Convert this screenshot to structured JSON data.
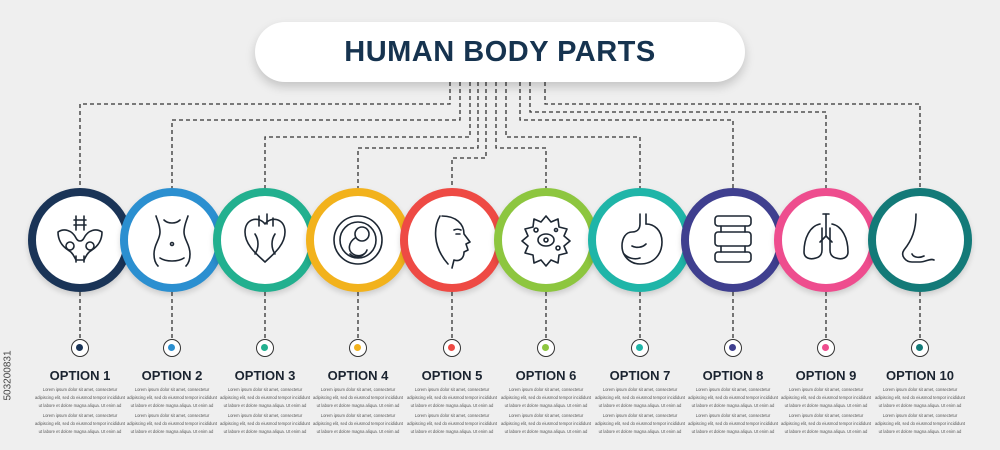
{
  "title": "HUMAN BODY PARTS",
  "watermark_id": "503200831",
  "colors": {
    "background": "#efefef",
    "title": "#16334f",
    "connector": "#333333"
  },
  "options": [
    {
      "label": "OPTION 1",
      "color": "#1a3457",
      "icon": "pelvis-icon",
      "text1": "Lorem ipsum dolor sit amet, consectetur adipiscing elit, sed do eiusmod tempor incididunt ut labore et dolore magna aliqua. Ut enim ad minim veniam",
      "text2": "Lorem ipsum dolor sit amet, consectetur adipiscing elit, sed do eiusmod tempor incididunt ut labore et dolore magna aliqua. Ut enim ad minim veniam"
    },
    {
      "label": "OPTION 2",
      "color": "#2b8fd0",
      "icon": "female-torso-icon",
      "text1": "Lorem ipsum dolor sit amet, consectetur adipiscing elit, sed do eiusmod tempor incididunt ut labore et dolore magna aliqua. Ut enim ad minim veniam",
      "text2": "Lorem ipsum dolor sit amet, consectetur adipiscing elit, sed do eiusmod tempor incididunt ut labore et dolore magna aliqua. Ut enim ad minim veniam"
    },
    {
      "label": "OPTION 3",
      "color": "#22b08f",
      "icon": "heart-icon",
      "text1": "Lorem ipsum dolor sit amet, consectetur adipiscing elit, sed do eiusmod tempor incididunt ut labore et dolore magna aliqua. Ut enim ad minim veniam",
      "text2": "Lorem ipsum dolor sit amet, consectetur adipiscing elit, sed do eiusmod tempor incididunt ut labore et dolore magna aliqua. Ut enim ad minim veniam"
    },
    {
      "label": "OPTION 4",
      "color": "#f2b21c",
      "icon": "fetus-icon",
      "text1": "Lorem ipsum dolor sit amet, consectetur adipiscing elit, sed do eiusmod tempor incididunt ut labore et dolore magna aliqua. Ut enim ad minim veniam",
      "text2": "Lorem ipsum dolor sit amet, consectetur adipiscing elit, sed do eiusmod tempor incididunt ut labore et dolore magna aliqua. Ut enim ad minim veniam"
    },
    {
      "label": "OPTION 5",
      "color": "#ee4a44",
      "icon": "face-profile-icon",
      "text1": "Lorem ipsum dolor sit amet, consectetur adipiscing elit, sed do eiusmod tempor incididunt ut labore et dolore magna aliqua. Ut enim ad minim veniam",
      "text2": "Lorem ipsum dolor sit amet, consectetur adipiscing elit, sed do eiusmod tempor incididunt ut labore et dolore magna aliqua. Ut enim ad minim veniam"
    },
    {
      "label": "OPTION 6",
      "color": "#8dc63f",
      "icon": "cell-icon",
      "text1": "Lorem ipsum dolor sit amet, consectetur adipiscing elit, sed do eiusmod tempor incididunt ut labore et dolore magna aliqua. Ut enim ad minim veniam",
      "text2": "Lorem ipsum dolor sit amet, consectetur adipiscing elit, sed do eiusmod tempor incididunt ut labore et dolore magna aliqua. Ut enim ad minim veniam"
    },
    {
      "label": "OPTION 7",
      "color": "#1fb5a8",
      "icon": "stomach-icon",
      "text1": "Lorem ipsum dolor sit amet, consectetur adipiscing elit, sed do eiusmod tempor incididunt ut labore et dolore magna aliqua. Ut enim ad minim veniam",
      "text2": "Lorem ipsum dolor sit amet, consectetur adipiscing elit, sed do eiusmod tempor incididunt ut labore et dolore magna aliqua. Ut enim ad minim veniam"
    },
    {
      "label": "OPTION 8",
      "color": "#3f3f8f",
      "icon": "spine-vertebra-icon",
      "text1": "Lorem ipsum dolor sit amet, consectetur adipiscing elit, sed do eiusmod tempor incididunt ut labore et dolore magna aliqua. Ut enim ad minim veniam",
      "text2": "Lorem ipsum dolor sit amet, consectetur adipiscing elit, sed do eiusmod tempor incididunt ut labore et dolore magna aliqua. Ut enim ad minim veniam"
    },
    {
      "label": "OPTION 9",
      "color": "#ee4d8e",
      "icon": "lungs-icon",
      "text1": "Lorem ipsum dolor sit amet, consectetur adipiscing elit, sed do eiusmod tempor incididunt ut labore et dolore magna aliqua. Ut enim ad minim veniam",
      "text2": "Lorem ipsum dolor sit amet, consectetur adipiscing elit, sed do eiusmod tempor incididunt ut labore et dolore magna aliqua. Ut enim ad minim veniam"
    },
    {
      "label": "OPTION 10",
      "color": "#137a78",
      "icon": "nose-icon",
      "text1": "Lorem ipsum dolor sit amet, consectetur adipiscing elit, sed do eiusmod tempor incididunt ut labore et dolore magna aliqua. Ut enim ad minim veniam",
      "text2": "Lorem ipsum dolor sit amet, consectetur adipiscing elit, sed do eiusmod tempor incididunt ut labore et dolore magna aliqua. Ut enim ad minim veniam"
    }
  ]
}
